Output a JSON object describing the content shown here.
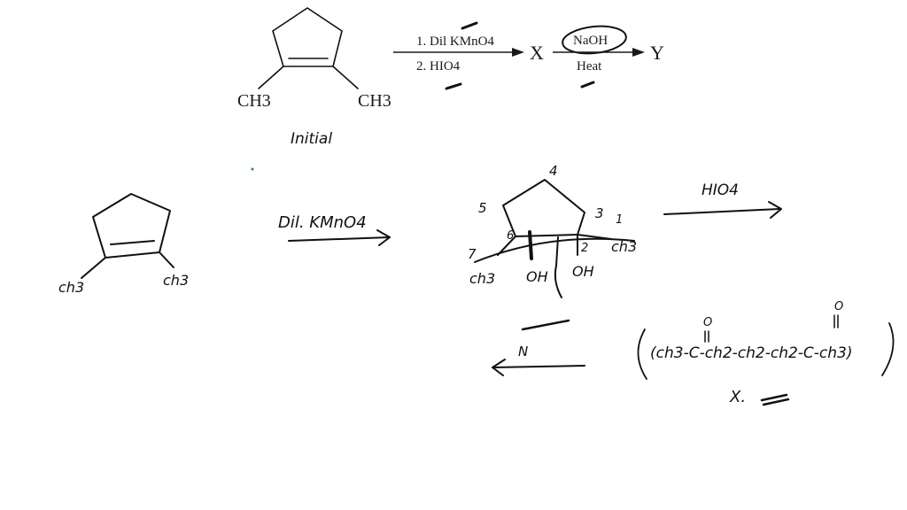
{
  "printed_scheme": {
    "substituent_left": "CH3",
    "substituent_right": "CH3",
    "step1_reagent_line1": "1. Dil KMnO4",
    "step1_reagent_line2": "2. HIO4",
    "product_x": "X",
    "step2_reagent_top": "NaOH",
    "step2_reagent_bottom": "Heat",
    "product_y": "Y"
  },
  "handwritten": {
    "initial_label": "Initial",
    "reactant_left_sub": "ch3",
    "reactant_right_sub": "ch3",
    "reagent_kmno4": "Dil. KMnO4",
    "reagent_hio4": "HIO4",
    "ring_numbers": [
      "5",
      "4",
      "3",
      "1",
      "2",
      "6",
      "7"
    ],
    "diol_oh_left": "OH",
    "diol_oh_right": "OH",
    "diol_sub_left": "ch3",
    "diol_sub_right": "ch3",
    "bottom_arrow_label": "N",
    "diketone_formula": "(ch3-C-ch2-ch2-ch2-C-ch3)",
    "diketone_oxygen_left": "O",
    "diketone_oxygen_right": "O",
    "diketone_label": "X."
  },
  "colors": {
    "ink": "#111111",
    "printed": "#1a1a1a"
  }
}
